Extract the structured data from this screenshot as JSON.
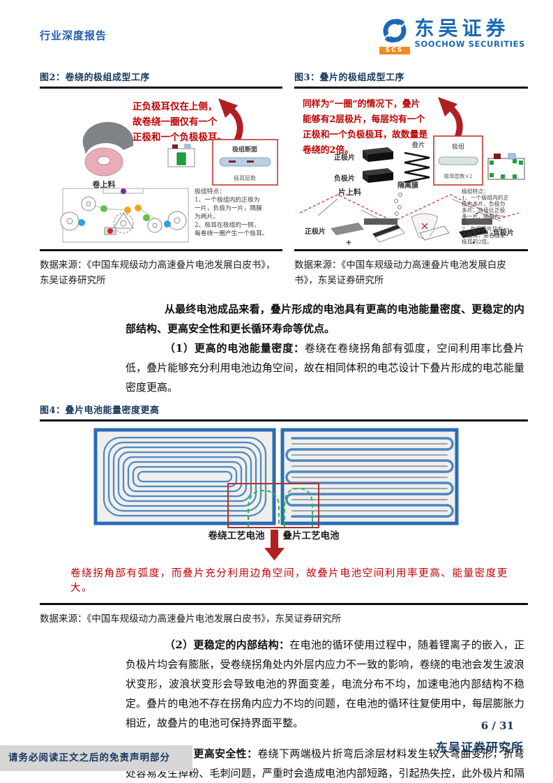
{
  "header": {
    "report_type": "行业深度报告",
    "logo_cn": "东吴证券",
    "logo_en": "SOOCHOW SECURITIES",
    "logo_scs": "SCS"
  },
  "fig2": {
    "title": "图2：卷绕的极组成型工序",
    "annotation_lines": [
      "正负极耳仅在上侧，",
      "故卷绕一圈仅有一个",
      "正极和一个负极极耳。"
    ],
    "roll_label": "卷上料",
    "box_title": "极组断面",
    "box_sub": "极耳层数",
    "notes_lines": [
      "极组特点：",
      "1、一个极组内的正极为",
      "一片，负极为一片，隔膜",
      "为两片。",
      "2、极耳在极组的一侧，",
      "每卷绕一圈产生一个极耳。"
    ],
    "source": "数据来源：《中国车规级动力高速叠片电池发展白皮书》，东吴证券研究所"
  },
  "fig3": {
    "title": "图3：叠片的极组成型工序",
    "annotation_lines": [
      "同样为“一圈”的情况下，叠片",
      "能够有2层极片，每层均有一个",
      "正极和一个负极极耳，故数量是",
      "卷绕的2倍。"
    ],
    "cathode_label": "正极片",
    "anode_label": "负极片",
    "stack_label": "叠片",
    "group_label": "极组",
    "group_sub": "极耳层数×2",
    "feed_label": "片上料",
    "separator_label": "隔离膜",
    "cathode_label_b": "正极片",
    "anode_label_b": "负极片",
    "plus": "+",
    "minus": "-",
    "notes_lines": [
      "极组特点：",
      "1、一个极组内的正",
      "极为多片，负极为",
      "多片，负极比正极",
      "多一片，隔膜为一",
      "张。",
      "2、每层极片均有一",
      "个极耳，是卷绕型",
      "极耳的2倍。"
    ],
    "source": "数据来源：《中国车规级动力高速叠片电池发展白皮书》，东吴证券研究所"
  },
  "body": {
    "intro": "从最终电池成品来看，叠片形成的电池具有更高的电池能量密度、更稳定的内部结构、更高安全性和更长循环寿命等优点。",
    "p1_lead": "（1）更高的电池能量密度：",
    "p1_text": "卷绕在卷绕拐角部有弧度，空间利用率比叠片低，叠片能够充分利用电池边角空间，故在相同体积的电芯设计下叠片形成的电芯能量密度更高。",
    "p2_lead": "（2）更稳定的内部结构：",
    "p2_text": "在电池的循环使用过程中，随着锂离子的嵌入，正负极片均会有膨胀，受卷绕拐角处内外层内应力不一致的影响，卷绕的电池会发生波浪状变形，波浪状变形会导致电池的界面变差，电流分布不均，加速电池内部结构不稳定。叠片的电池不存在拐角内应力不均的问题，在电池的循环往复使用中，每层膨胀力相近，故叠片的电池可保持界面平整。",
    "p3_lead": "（3）更高安全性：",
    "p3_text": "卷绕下两端极片折弯后涂层材料发生较大弯曲变形，折弯处容易发生掉粉、毛刺问题，严重时会造成电池内部短路，引起热失控，此外极片和隔膜所"
  },
  "fig4": {
    "title": "图4：叠片电池能量密度更高",
    "label_winding": "卷绕工艺电池",
    "label_stacking": "叠片工艺电池",
    "caption": "卷绕拐角部有弧度，而叠片充分利用边角空间，故叠片电池空间利用率更高、能量密度更大。",
    "source": "数据来源：《中国车规级动力高速叠片电池发展白皮书》，东吴证券研究所"
  },
  "footer": {
    "page": "6 / 31",
    "institute": "东吴证券研究所",
    "disclaimer": "请务必阅读正文之后的免责声明部分"
  },
  "colors": {
    "brand_blue": "#1b68b5",
    "navy": "#17375e",
    "accent_red": "#c00000",
    "fig_border_blue": "#2a6db5",
    "winding_blue": "#4e87c0",
    "stack_gray": "#9aa5ad",
    "highlight_green": "#2eb84a",
    "logo_orange": "#f08c1e",
    "disclaimer_gray": "#d6d6d6"
  }
}
